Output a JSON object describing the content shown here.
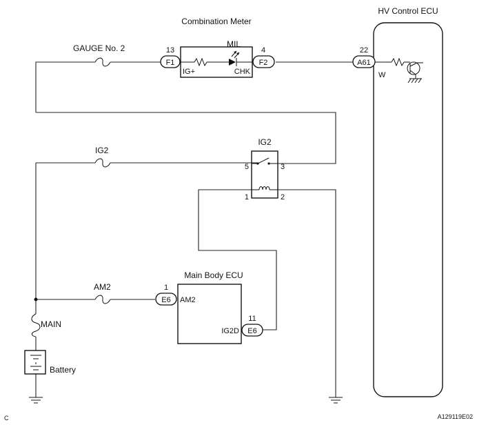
{
  "components": {
    "combination_meter": "Combination Meter",
    "hv_control_ecu": "HV Control ECU",
    "main_body_ecu": "Main Body ECU",
    "battery": "Battery",
    "ig2_relay": "IG2"
  },
  "fuses": {
    "gauge_no2": "GAUGE No. 2",
    "ig2": "IG2",
    "am2": "AM2",
    "main": "MAIN"
  },
  "meter": {
    "pin_in": "13",
    "conn_in": "F1",
    "term_in": "IG+",
    "led_label": "MIL",
    "pin_out": "4",
    "conn_out": "F2",
    "term_out": "CHK"
  },
  "hv_ecu": {
    "pin": "22",
    "conn": "A61",
    "wire_color": "W"
  },
  "relay": {
    "pin5": "5",
    "pin3": "3",
    "pin1": "1",
    "pin2": "2"
  },
  "body_ecu": {
    "pin_am2": "1",
    "conn_am2": "E6",
    "term_am2": "AM2",
    "pin_ig2d": "11",
    "conn_ig2d": "E6",
    "term_ig2d": "IG2D"
  },
  "corner_letter": "C",
  "figure_code": "A129119E02"
}
